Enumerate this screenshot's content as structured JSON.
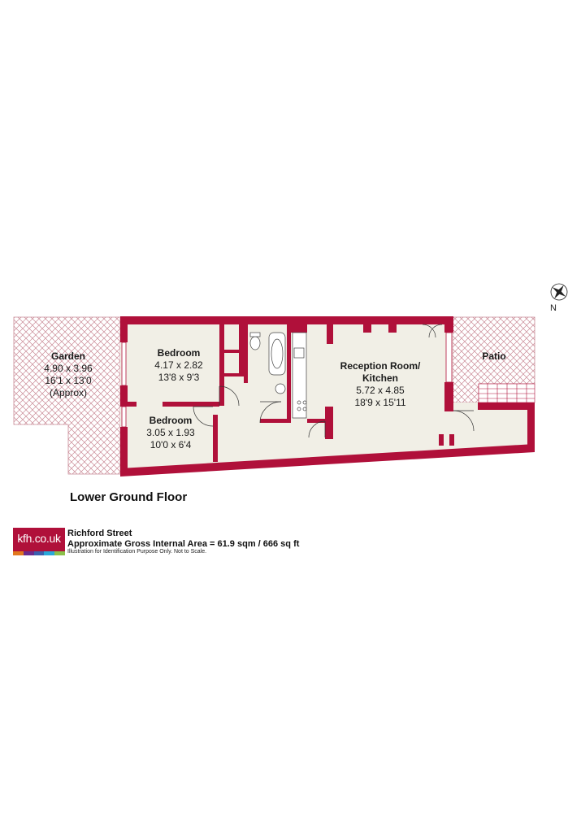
{
  "floor_name": "Lower Ground Floor",
  "compass": {
    "north_label": "N",
    "icon": "compass-rose-icon"
  },
  "rooms": {
    "garden": {
      "name": "Garden",
      "metric": "4.90 x 3.96",
      "imperial": "16'1 x 13'0",
      "note": "(Approx)"
    },
    "bedroom1": {
      "name": "Bedroom",
      "metric": "4.17 x 2.82",
      "imperial": "13'8 x 9'3"
    },
    "bedroom2": {
      "name": "Bedroom",
      "metric": "3.05 x 1.93",
      "imperial": "10'0 x 6'4"
    },
    "reception": {
      "name_line1": "Reception Room/",
      "name_line2": "Kitchen",
      "metric": "5.72 x 4.85",
      "imperial": "18'9 x 15'11"
    },
    "patio": {
      "name": "Patio"
    }
  },
  "footer": {
    "logo_text": "kfh.co.uk",
    "street": "Richford Street",
    "area": "Approximate Gross Internal Area = 61.9 sqm / 666 sq ft",
    "disclaimer": "Illustration for Identification Purpose Only. Not to Scale."
  },
  "colors": {
    "wall": "#b0103a",
    "floor": "#f1efe6",
    "hatch": "#c98a96",
    "logo_stripes": [
      "#e2781e",
      "#6a2a8c",
      "#3b5fae",
      "#29a8d9",
      "#8cc04a"
    ]
  }
}
